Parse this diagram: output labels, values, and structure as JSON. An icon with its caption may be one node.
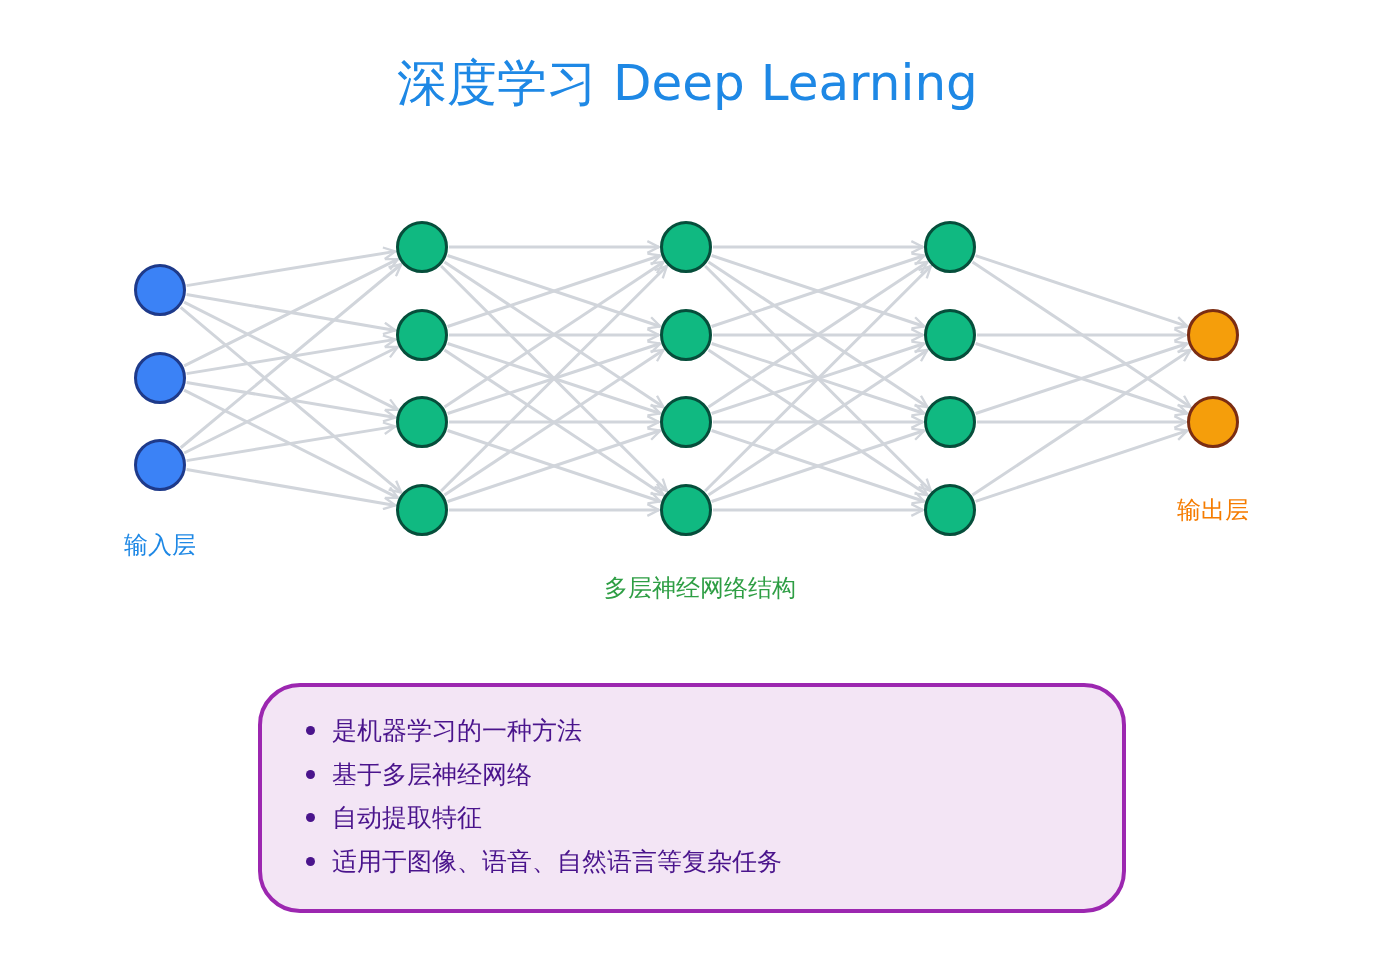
{
  "diagram": {
    "title": "深度学习 Deep Learning",
    "nodes": [
      {
        "text": [],
        "shape": "circle"
      },
      {
        "text": [],
        "shape": "circle"
      },
      {
        "text": [],
        "shape": "circle"
      },
      {
        "text": [],
        "shape": "circle"
      },
      {
        "text": [],
        "shape": "circle"
      },
      {
        "text": [],
        "shape": "circle"
      },
      {
        "text": [],
        "shape": "circle"
      },
      {
        "text": [],
        "shape": "circle"
      },
      {
        "text": [],
        "shape": "circle"
      },
      {
        "text": [],
        "shape": "circle"
      },
      {
        "text": [],
        "shape": "circle"
      },
      {
        "text": [],
        "shape": "circle"
      },
      {
        "text": [],
        "shape": "circle"
      },
      {
        "text": [],
        "shape": "circle"
      },
      {
        "text": [],
        "shape": "circle"
      },
      {
        "text": [],
        "shape": "circle"
      },
      {
        "text": [],
        "shape": "circle"
      },
      {
        "text": [
          "是机器学习的一种方法",
          "基于多层神经网络",
          "自动提取特征",
          "适用于图像、语音、自然语言等复杂任务"
        ]
      }
    ],
    "edges": [
      {
        "from": 0,
        "to": 3,
        "arrow": "to"
      },
      {
        "from": 0,
        "to": 4,
        "arrow": "to"
      },
      {
        "from": 0,
        "to": 5,
        "arrow": "to"
      },
      {
        "from": 0,
        "to": 6,
        "arrow": "to"
      },
      {
        "from": 1,
        "to": 3,
        "arrow": "to"
      },
      {
        "from": 1,
        "to": 4,
        "arrow": "to"
      },
      {
        "from": 1,
        "to": 5,
        "arrow": "to"
      },
      {
        "from": 1,
        "to": 6,
        "arrow": "to"
      },
      {
        "from": 2,
        "to": 3,
        "arrow": "to"
      },
      {
        "from": 2,
        "to": 4,
        "arrow": "to"
      },
      {
        "from": 2,
        "to": 5,
        "arrow": "to"
      },
      {
        "from": 2,
        "to": 6,
        "arrow": "to"
      },
      {
        "from": 3,
        "to": 7,
        "arrow": "to"
      },
      {
        "from": 3,
        "to": 8,
        "arrow": "to"
      },
      {
        "from": 3,
        "to": 9,
        "arrow": "to"
      },
      {
        "from": 3,
        "to": 10,
        "arrow": "to"
      },
      {
        "from": 4,
        "to": 7,
        "arrow": "to"
      },
      {
        "from": 4,
        "to": 8,
        "arrow": "to"
      },
      {
        "from": 4,
        "to": 9,
        "arrow": "to"
      },
      {
        "from": 4,
        "to": 10,
        "arrow": "to"
      },
      {
        "from": 5,
        "to": 7,
        "arrow": "to"
      },
      {
        "from": 5,
        "to": 8,
        "arrow": "to"
      },
      {
        "from": 5,
        "to": 9,
        "arrow": "to"
      },
      {
        "from": 5,
        "to": 10,
        "arrow": "to"
      },
      {
        "from": 6,
        "to": 7,
        "arrow": "to"
      },
      {
        "from": 6,
        "to": 8,
        "arrow": "to"
      },
      {
        "from": 6,
        "to": 9,
        "arrow": "to"
      },
      {
        "from": 6,
        "to": 10,
        "arrow": "to"
      },
      {
        "from": 7,
        "to": 11,
        "arrow": "to"
      },
      {
        "from": 7,
        "to": 12,
        "arrow": "to"
      },
      {
        "from": 7,
        "to": 13,
        "arrow": "to"
      },
      {
        "from": 7,
        "to": 14,
        "arrow": "to"
      },
      {
        "from": 8,
        "to": 11,
        "arrow": "to"
      },
      {
        "from": 8,
        "to": 12,
        "arrow": "to"
      },
      {
        "from": 8,
        "to": 13,
        "arrow": "to"
      },
      {
        "from": 8,
        "to": 14,
        "arrow": "to"
      },
      {
        "from": 9,
        "to": 11,
        "arrow": "to"
      },
      {
        "from": 9,
        "to": 12,
        "arrow": "to"
      },
      {
        "from": 9,
        "to": 13,
        "arrow": "to"
      },
      {
        "from": 9,
        "to": 14,
        "arrow": "to"
      },
      {
        "from": 10,
        "to": 11,
        "arrow": "to"
      },
      {
        "from": 10,
        "to": 12,
        "arrow": "to"
      },
      {
        "from": 10,
        "to": 13,
        "arrow": "to"
      },
      {
        "from": 10,
        "to": 14,
        "arrow": "to"
      },
      {
        "from": 11,
        "to": 15,
        "arrow": "to"
      },
      {
        "from": 11,
        "to": 16,
        "arrow": "to"
      },
      {
        "from": 12,
        "to": 15,
        "arrow": "to"
      },
      {
        "from": 12,
        "to": 16,
        "arrow": "to"
      },
      {
        "from": 13,
        "to": 15,
        "arrow": "to"
      },
      {
        "from": 13,
        "to": 16,
        "arrow": "to"
      },
      {
        "from": 14,
        "to": 15,
        "arrow": "to"
      },
      {
        "from": 14,
        "to": 16,
        "arrow": "to"
      }
    ],
    "labels": [
      "输入层",
      "输出层",
      "多层神经网络结构"
    ]
  }
}
